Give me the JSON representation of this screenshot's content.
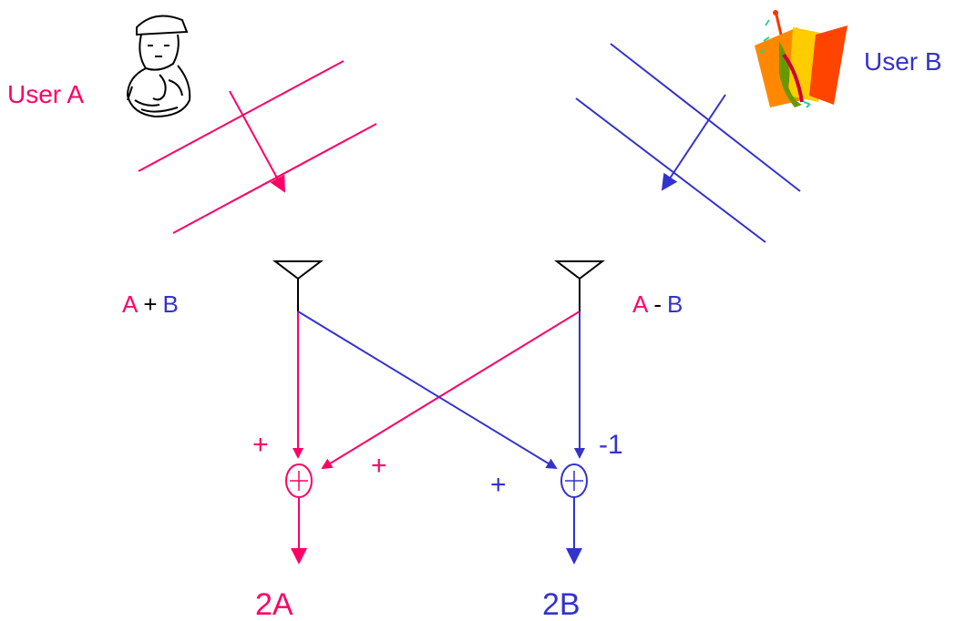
{
  "colors": {
    "user_a": "#ff0066",
    "user_b": "#3333cc",
    "neutral": "#000000"
  },
  "icons": {
    "user_a_icon": "worker-figure-icon",
    "user_b_icon": "abstract-art-icon"
  },
  "labels": {
    "user_a": "User A",
    "user_b": "User B",
    "sum_left_a": "A",
    "sum_left_op": "+",
    "sum_left_b": "B",
    "sum_right_a": "A",
    "sum_right_op": "-",
    "sum_right_b": "B",
    "plus_left_top": "+",
    "plus_left_cross": "+",
    "plus_right_cross": "+",
    "minus_one": "-1",
    "adder_symbol": "⊕",
    "output_a": "2A",
    "output_b": "2B"
  }
}
